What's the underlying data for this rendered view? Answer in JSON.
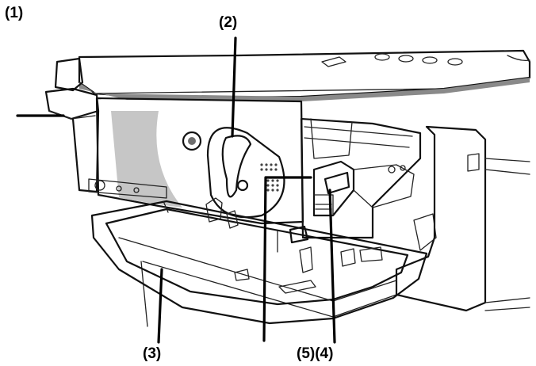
{
  "callouts": {
    "c1": "(1)",
    "c2": "(2)",
    "c3": "(3)",
    "c54": "(5)(4)"
  },
  "colors": {
    "ink": "#111111",
    "shade": "#bdbdbd",
    "shade_light": "#d9d9d9",
    "shade_dark": "#8a8a8a",
    "background": "#ffffff"
  }
}
